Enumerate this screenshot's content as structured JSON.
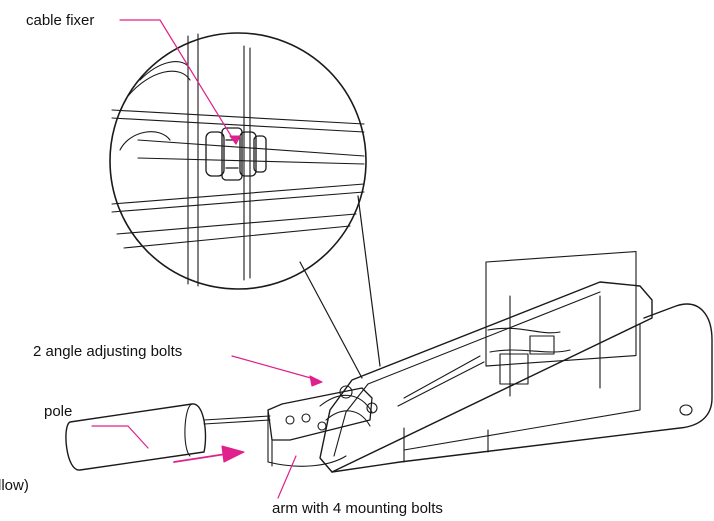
{
  "labels": {
    "cable_fixer": "cable fixer",
    "angle_bolts": "2 angle adjusting bolts",
    "pole": "pole",
    "arm": "arm with 4 mounting bolts",
    "arrow_note": "llow)"
  },
  "colors": {
    "leader": "#e0208c",
    "line": "#1a1a1a",
    "background": "#ffffff"
  }
}
